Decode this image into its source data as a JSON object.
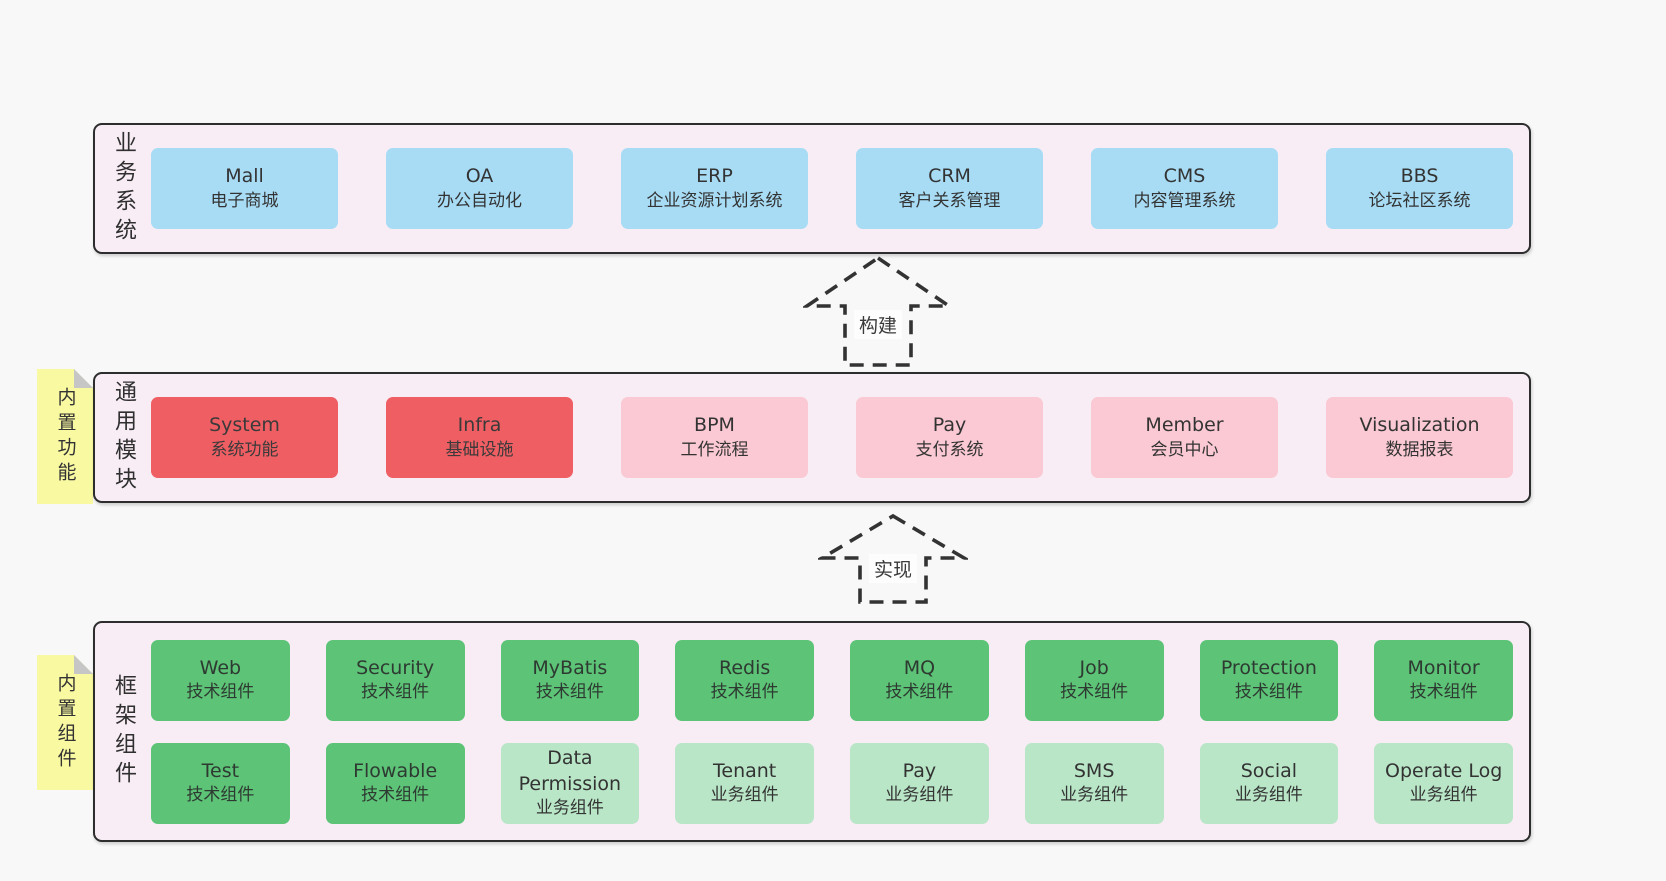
{
  "colors": {
    "page_bg": "#f8f8f8",
    "container_bg": "#f8edf5",
    "container_border": "#2d2d2d",
    "blue_box": "#a8dcf5",
    "red_box": "#ef5e63",
    "pink_box": "#fac9d3",
    "green_box": "#5cc377",
    "light_green_box": "#b9e6c7",
    "sticky_note": "#f9f9a2",
    "text": "#333333"
  },
  "arrows": [
    {
      "label": "构建"
    },
    {
      "label": "实现"
    }
  ],
  "layers": [
    {
      "label": "业务系统",
      "boxes": [
        {
          "name": "Mall",
          "desc": "电子商城"
        },
        {
          "name": "OA",
          "desc": "办公自动化"
        },
        {
          "name": "ERP",
          "desc": "企业资源计划系统"
        },
        {
          "name": "CRM",
          "desc": "客户关系管理"
        },
        {
          "name": "CMS",
          "desc": "内容管理系统"
        },
        {
          "name": "BBS",
          "desc": "论坛社区系统"
        }
      ]
    },
    {
      "label": "通用模块",
      "note": "内置功能",
      "boxes": [
        {
          "name": "System",
          "desc": "系统功能"
        },
        {
          "name": "Infra",
          "desc": "基础设施"
        },
        {
          "name": "BPM",
          "desc": "工作流程"
        },
        {
          "name": "Pay",
          "desc": "支付系统"
        },
        {
          "name": "Member",
          "desc": "会员中心"
        },
        {
          "name": "Visualization",
          "desc": "数据报表"
        }
      ]
    },
    {
      "label": "框架组件",
      "note": "内置组件",
      "rows": [
        [
          {
            "name": "Web",
            "desc": "技术组件"
          },
          {
            "name": "Security",
            "desc": "技术组件"
          },
          {
            "name": "MyBatis",
            "desc": "技术组件"
          },
          {
            "name": "Redis",
            "desc": "技术组件"
          },
          {
            "name": "MQ",
            "desc": "技术组件"
          },
          {
            "name": "Job",
            "desc": "技术组件"
          },
          {
            "name": "Protection",
            "desc": "技术组件"
          },
          {
            "name": "Monitor",
            "desc": "技术组件"
          }
        ],
        [
          {
            "name": "Test",
            "desc": "技术组件"
          },
          {
            "name": "Flowable",
            "desc": "技术组件"
          },
          {
            "name": "Data Permission",
            "desc": "业务组件"
          },
          {
            "name": "Tenant",
            "desc": "业务组件"
          },
          {
            "name": "Pay",
            "desc": "业务组件"
          },
          {
            "name": "SMS",
            "desc": "业务组件"
          },
          {
            "name": "Social",
            "desc": "业务组件"
          },
          {
            "name": "Operate Log",
            "desc": "业务组件"
          }
        ]
      ]
    }
  ]
}
